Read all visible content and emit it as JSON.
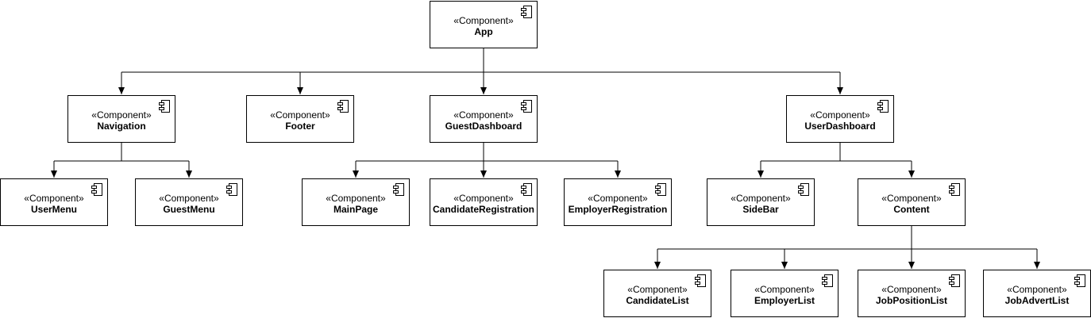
{
  "diagram": {
    "stereotype": "«Component»",
    "icon": "component-icon",
    "colors": {
      "stroke": "#000000",
      "fill": "#ffffff",
      "text": "#000000"
    },
    "components": [
      {
        "id": "app",
        "name": "App"
      },
      {
        "id": "navigation",
        "name": "Navigation"
      },
      {
        "id": "footer",
        "name": "Footer"
      },
      {
        "id": "guest-dashboard",
        "name": "GuestDashboard"
      },
      {
        "id": "user-dashboard",
        "name": "UserDashboard"
      },
      {
        "id": "user-menu",
        "name": "UserMenu"
      },
      {
        "id": "guest-menu",
        "name": "GuestMenu"
      },
      {
        "id": "main-page",
        "name": "MainPage"
      },
      {
        "id": "candidate-registration",
        "name": "CandidateRegistration"
      },
      {
        "id": "employer-registration",
        "name": "EmployerRegistration"
      },
      {
        "id": "side-bar",
        "name": "SideBar"
      },
      {
        "id": "content",
        "name": "Content"
      },
      {
        "id": "candidate-list",
        "name": "CandidateList"
      },
      {
        "id": "employer-list",
        "name": "EmployerList"
      },
      {
        "id": "job-position-list",
        "name": "JobPositionList"
      },
      {
        "id": "job-advert-list",
        "name": "JobAdvertList"
      }
    ],
    "edges": [
      {
        "from": "app",
        "to": [
          "navigation",
          "footer",
          "guest-dashboard",
          "user-dashboard"
        ]
      },
      {
        "from": "navigation",
        "to": [
          "user-menu",
          "guest-menu"
        ]
      },
      {
        "from": "guest-dashboard",
        "to": [
          "main-page",
          "candidate-registration",
          "employer-registration"
        ]
      },
      {
        "from": "user-dashboard",
        "to": [
          "side-bar",
          "content"
        ]
      },
      {
        "from": "content",
        "to": [
          "candidate-list",
          "employer-list",
          "job-position-list",
          "job-advert-list"
        ]
      }
    ]
  }
}
